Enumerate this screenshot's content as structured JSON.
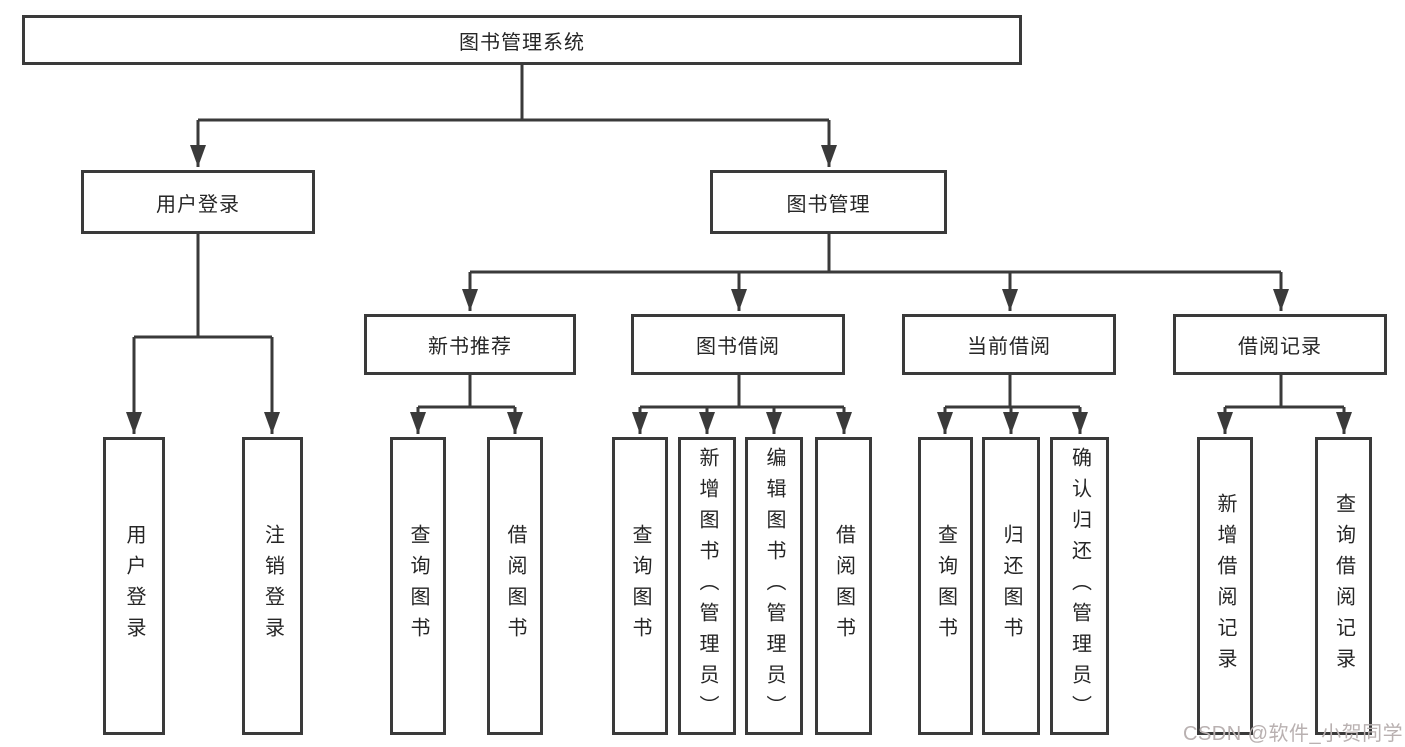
{
  "diagram": {
    "root": {
      "label": "图书管理系统"
    },
    "level2": [
      {
        "label": "用户登录"
      },
      {
        "label": "图书管理"
      }
    ],
    "level3": [
      {
        "label": "新书推荐"
      },
      {
        "label": "图书借阅"
      },
      {
        "label": "当前借阅"
      },
      {
        "label": "借阅记录"
      }
    ],
    "leaves": {
      "user_login": [
        "用户登录",
        "注销登录"
      ],
      "new_books": [
        "查询图书",
        "借阅图书"
      ],
      "book_borrow": [
        "查询图书",
        "新增图书（管理员）",
        "编辑图书（管理员）",
        "借阅图书"
      ],
      "current_borrow": [
        "查询图书",
        "归还图书",
        "确认归还（管理员）"
      ],
      "borrow_records": [
        "新增借阅记录",
        "查询借阅记录"
      ]
    }
  },
  "watermark": {
    "text": "CSDN @软件_小贺同学"
  },
  "colors": {
    "line": "#3a3a3a",
    "text": "#262626",
    "background": "#ffffff",
    "watermark": "#b9b1b1"
  }
}
